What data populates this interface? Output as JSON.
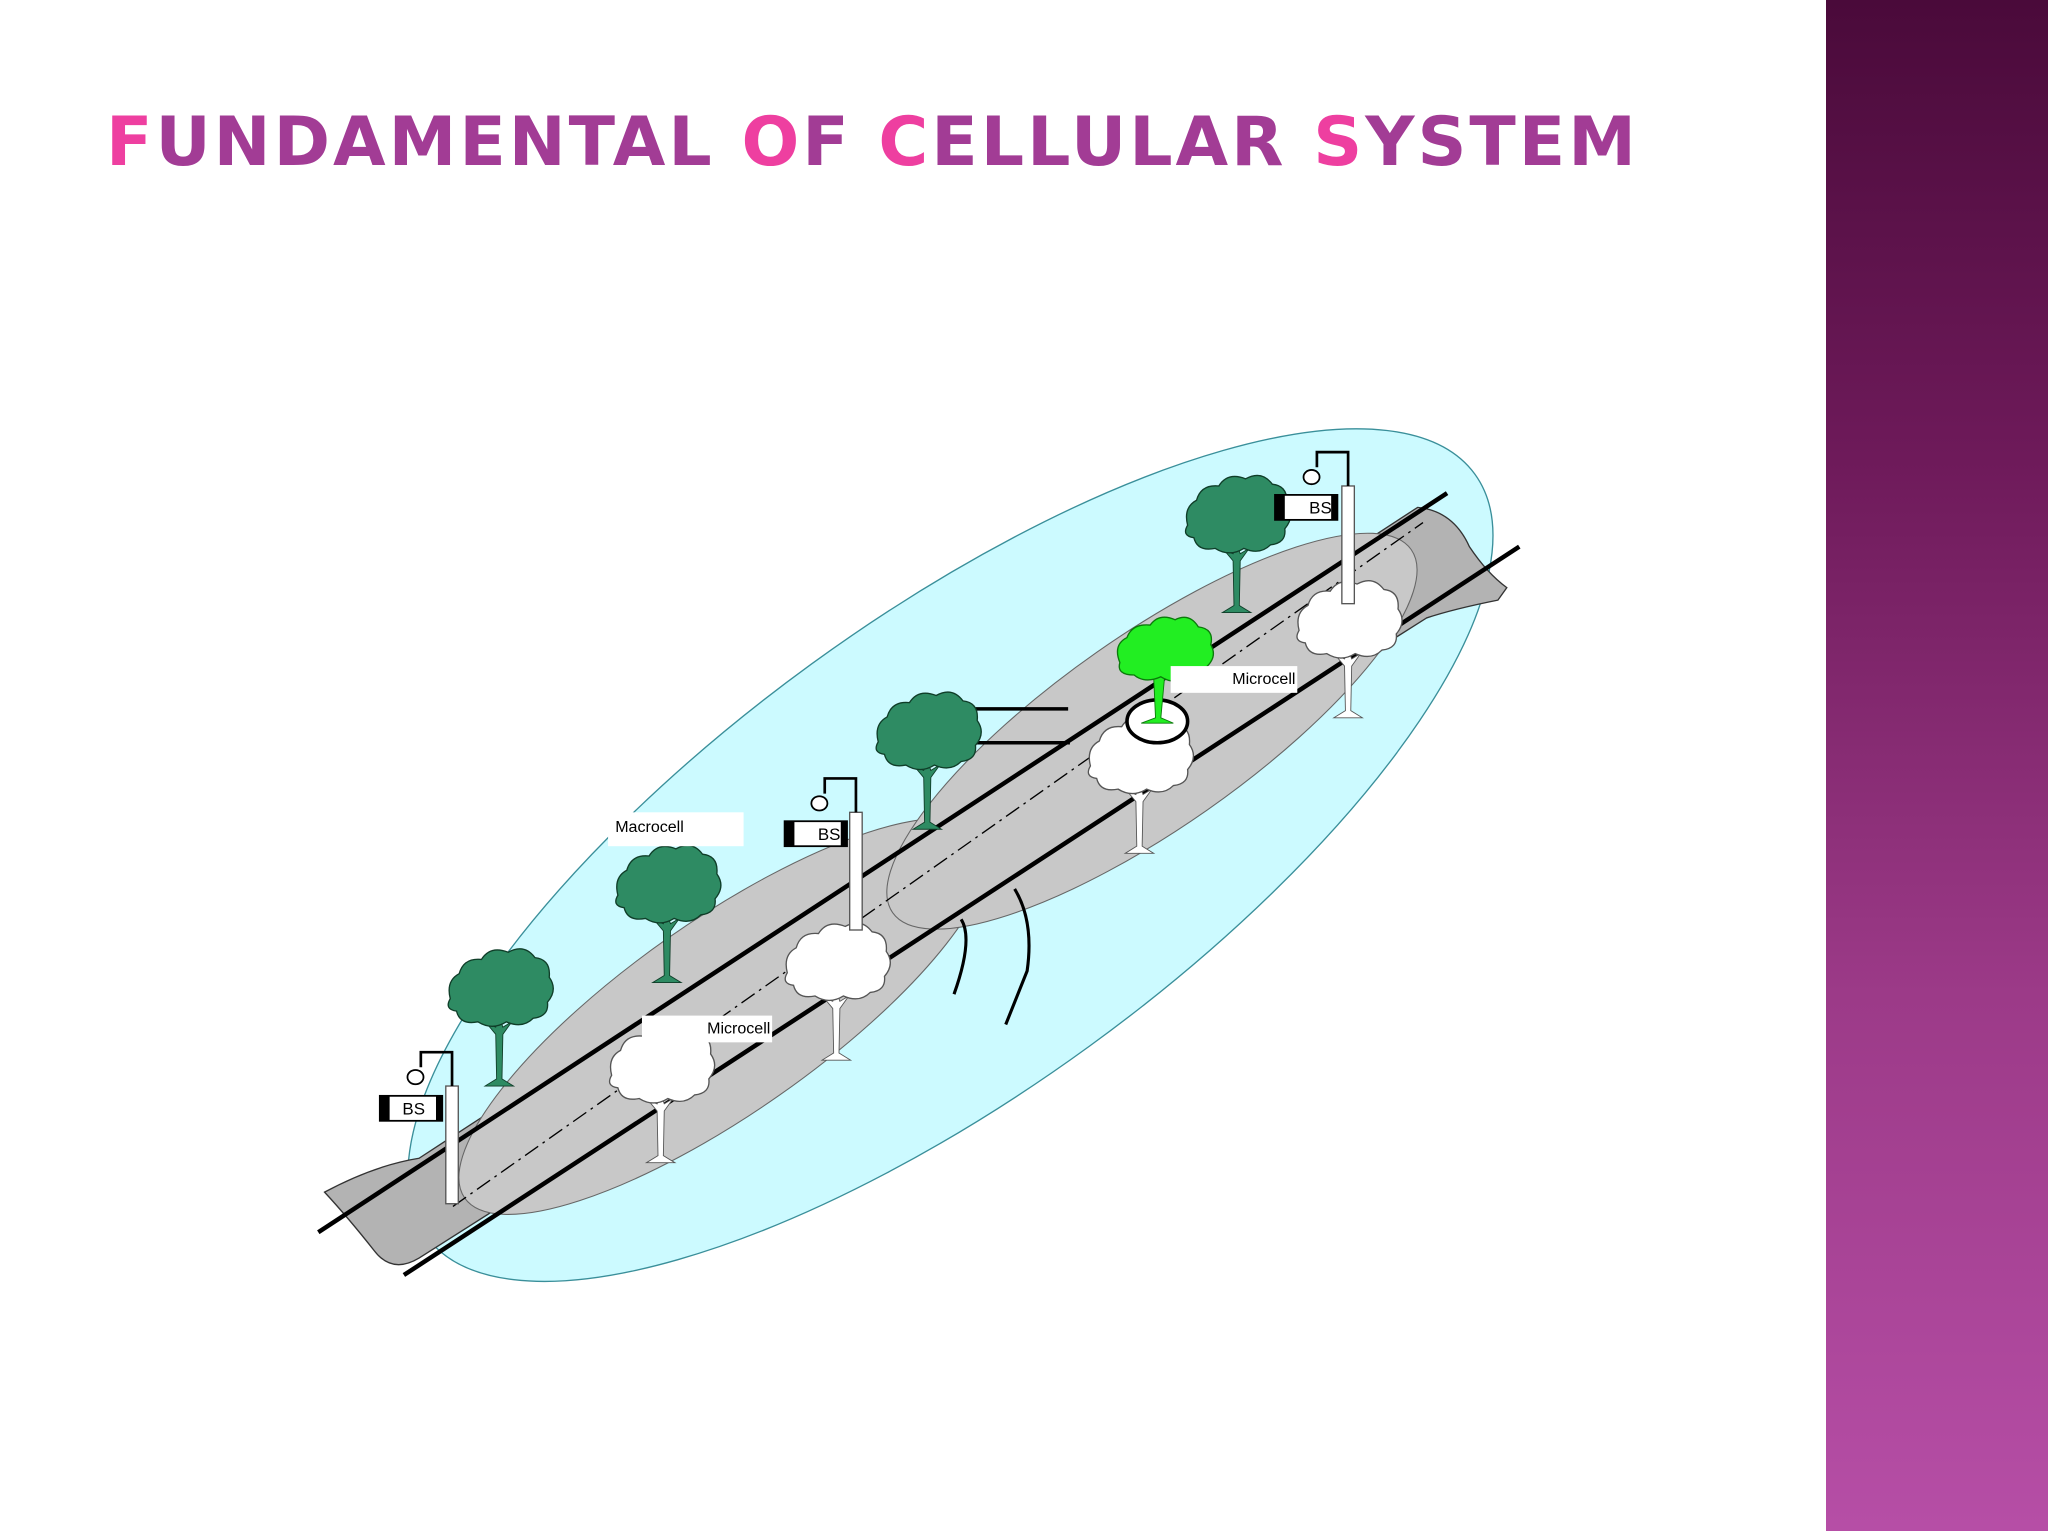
{
  "title": {
    "words": [
      {
        "cap": "F",
        "rest": "UNDAMENTAL"
      },
      {
        "cap": "O",
        "rest": "F"
      },
      {
        "cap": "C",
        "rest": "ELLULAR"
      },
      {
        "cap": "S",
        "rest": "YSTEM"
      }
    ]
  },
  "diagram": {
    "macrocell_label": "Macrocell",
    "microcell_label_lower": "Microcell",
    "microcell_label_upper": "Microcell",
    "bs_label_left": "BS",
    "bs_label_middle": "BS",
    "bs_label_right": "BS"
  },
  "colors": {
    "title_capital": "#ee3fa0",
    "title_text": "#a23c95",
    "macrocell_fill": "#ccfaff",
    "microcell_fill": "#c8c8c8",
    "tree_dark": "#2e8b63",
    "tree_highlight": "#22ee22",
    "side_band": "#8a2a78"
  }
}
